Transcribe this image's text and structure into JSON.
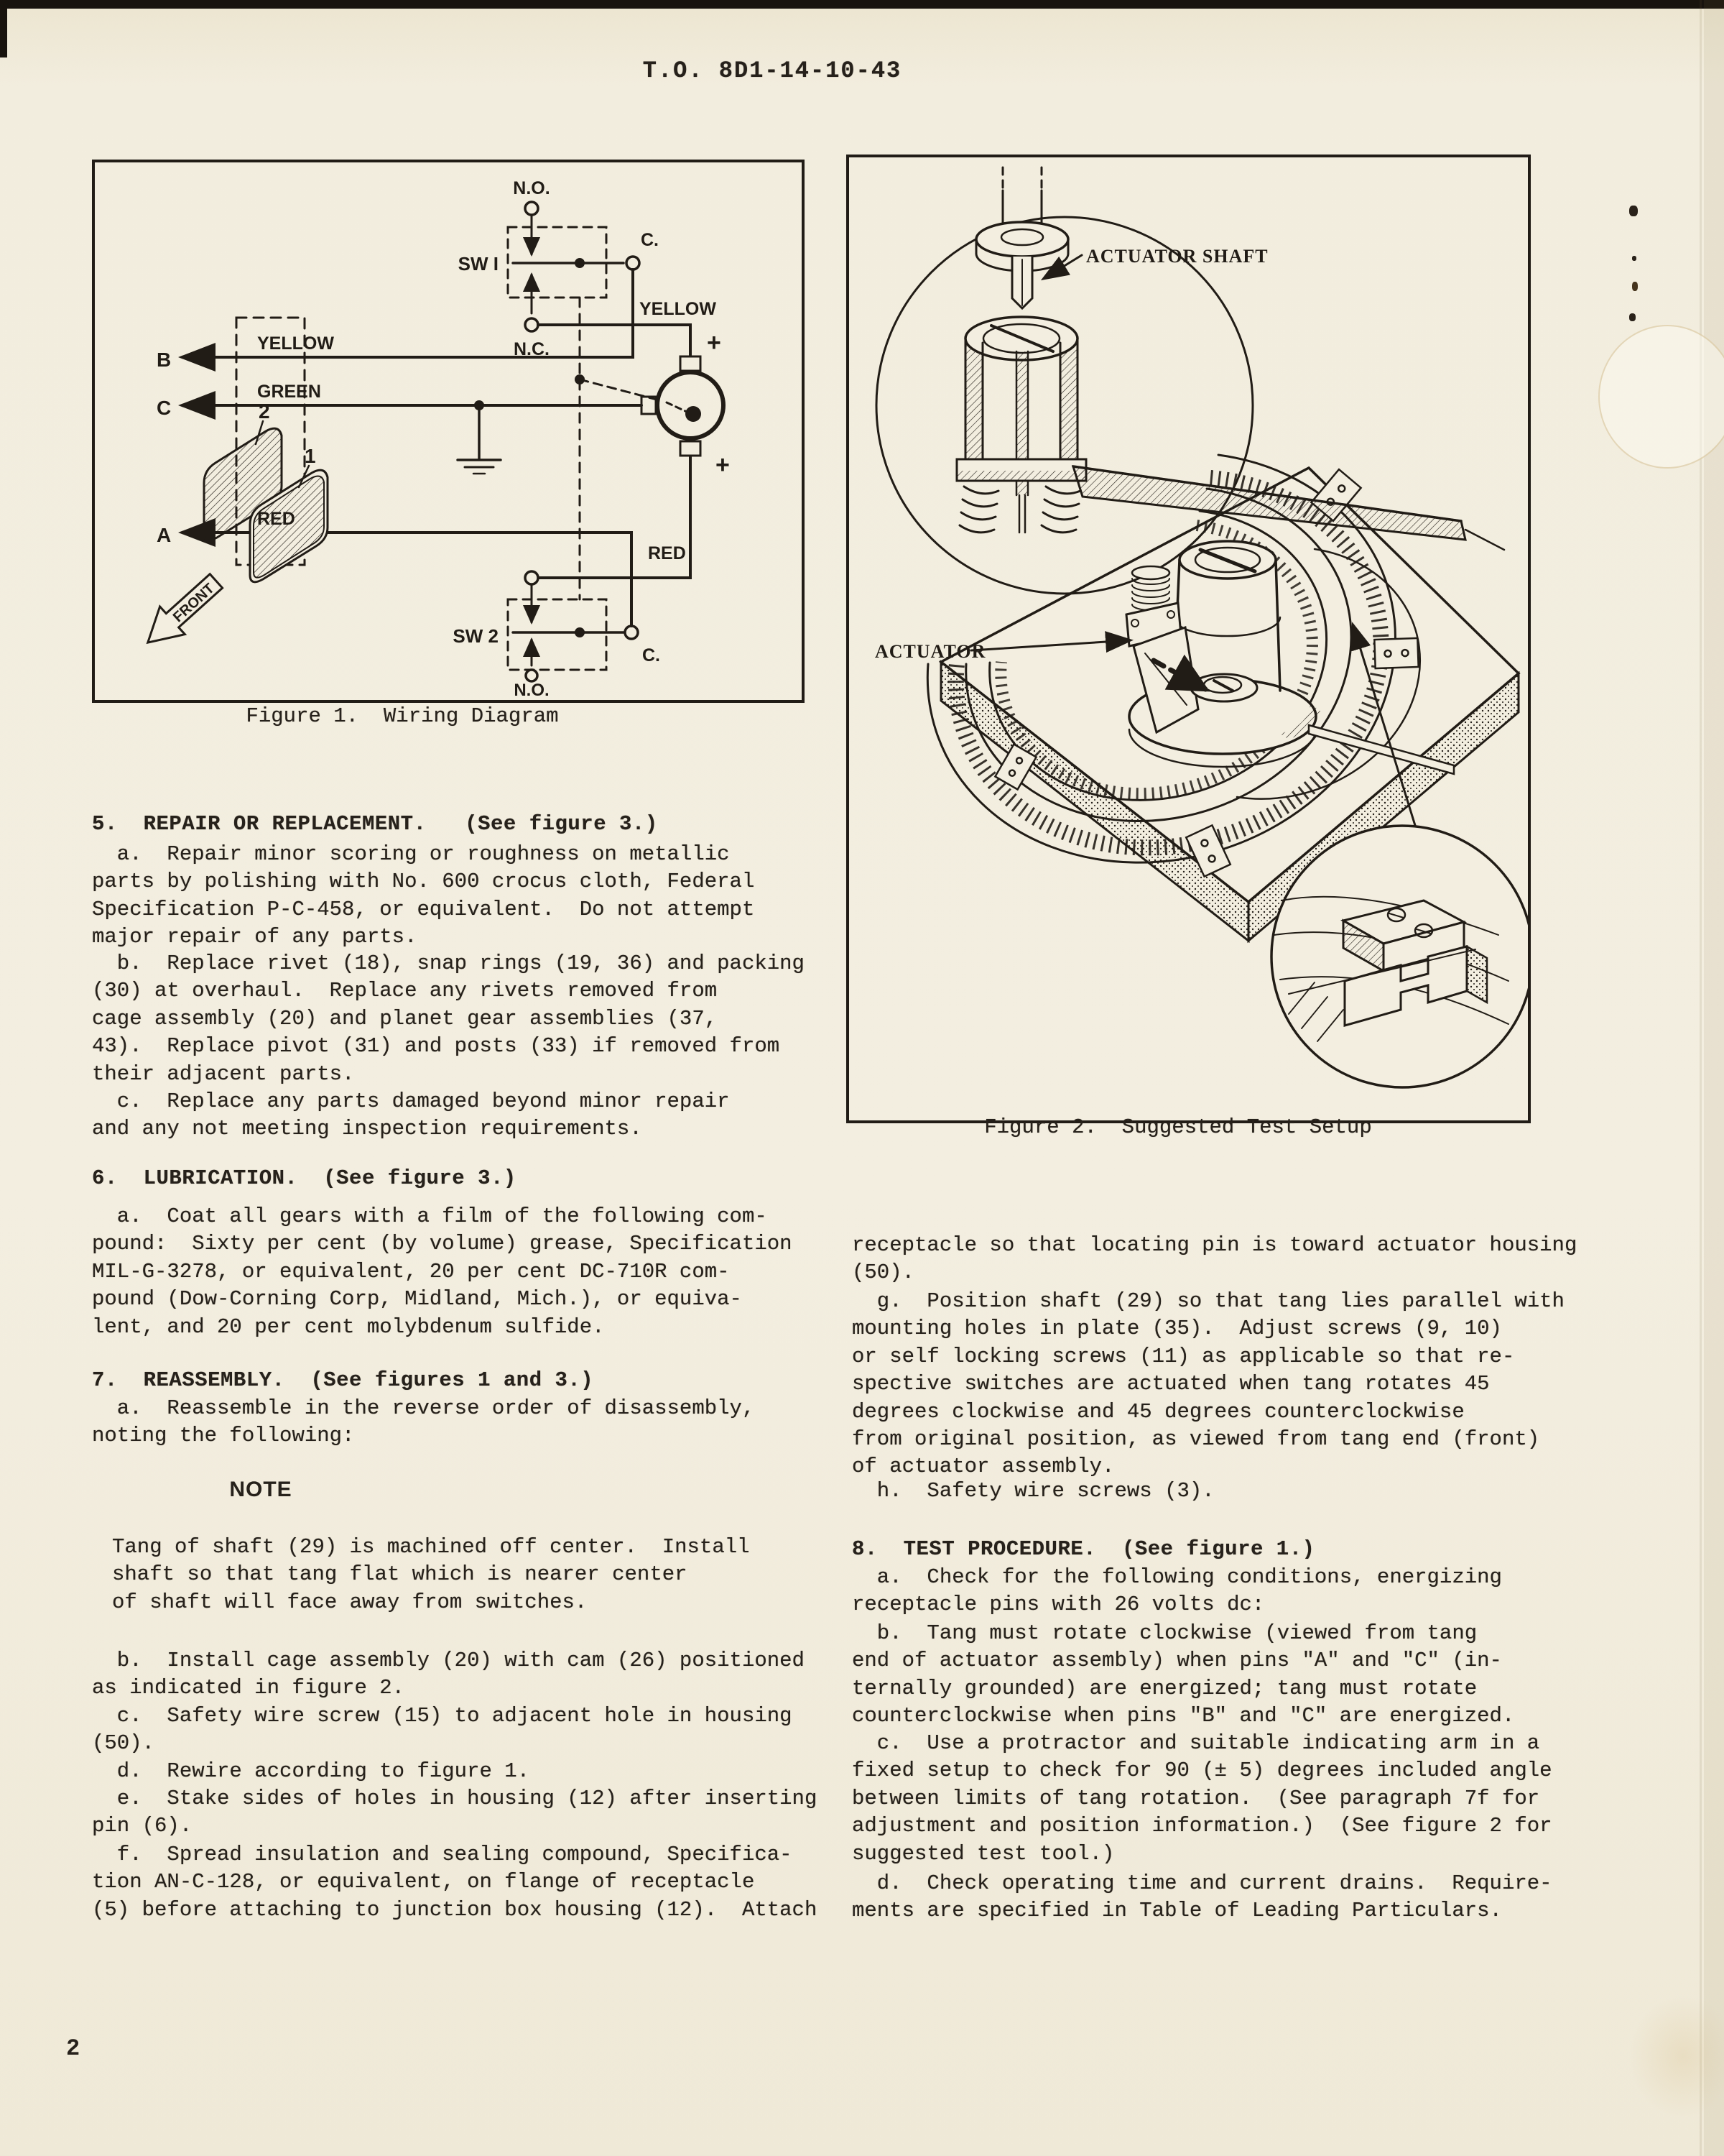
{
  "header": {
    "title": "T.O. 8D1-14-10-43"
  },
  "page_number": "2",
  "figure1": {
    "caption": "Figure 1.  Wiring Diagram",
    "labels": {
      "sw1": "SW I",
      "sw2": "SW 2",
      "no": "N.O.",
      "nc": "N.C.",
      "c_contact": "C.",
      "yellow": "YELLOW",
      "green": "GREEN",
      "red": "RED",
      "pin_b": "B",
      "pin_c": "C",
      "pin_a": "A",
      "plus": "+",
      "plate2": "2",
      "plate1": "1",
      "front": "FRONT"
    }
  },
  "figure2": {
    "caption": "Figure 2.  Suggested Test Setup",
    "labels": {
      "actuator_shaft": "ACTUATOR SHAFT",
      "actuator": "ACTUATOR"
    }
  },
  "left_column": {
    "heading_5": [
      "5.  REPAIR OR REPLACEMENT.   (See figure 3.)"
    ],
    "para_5a": [
      "  a.  Repair minor scoring or roughness on metallic",
      "parts by polishing with No. 600 crocus cloth, Federal",
      "Specification P-C-458, or equivalent.  Do not attempt",
      "major repair of any parts."
    ],
    "para_5b": [
      "  b.  Replace rivet (18), snap rings (19, 36) and packing",
      "(30) at overhaul.  Replace any rivets removed from",
      "cage assembly (20) and planet gear assemblies (37,",
      "43).  Replace pivot (31) and posts (33) if removed from",
      "their adjacent parts."
    ],
    "para_5c": [
      "  c.  Replace any parts damaged beyond minor repair",
      "and any not meeting inspection requirements."
    ],
    "heading_6": [
      "6.  LUBRICATION.  (See figure 3.)"
    ],
    "para_6a": [
      "  a.  Coat all gears with a film of the following com-",
      "pound:  Sixty per cent (by volume) grease, Specification",
      "MIL-G-3278, or equivalent, 20 per cent DC-710R com-",
      "pound (Dow-Corning Corp, Midland, Mich.), or equiva-",
      "lent, and 20 per cent molybdenum sulfide."
    ],
    "heading_7": [
      "7.  REASSEMBLY.  (See figures 1 and 3.)"
    ],
    "para_7a": [
      "  a.  Reassemble in the reverse order of disassembly,",
      "noting the following:"
    ],
    "note_title": "NOTE",
    "note_body": [
      "Tang of shaft (29) is machined off center.  Install",
      "shaft so that tang flat which is nearer center",
      "of shaft will face away from switches."
    ],
    "para_7b": [
      "  b.  Install cage assembly (20) with cam (26) positioned",
      "as indicated in figure 2."
    ],
    "para_7c": [
      "  c.  Safety wire screw (15) to adjacent hole in housing",
      "(50)."
    ],
    "para_7d": [
      "  d.  Rewire according to figure 1."
    ],
    "para_7e": [
      "  e.  Stake sides of holes in housing (12) after inserting",
      "pin (6)."
    ],
    "para_7f": [
      "  f.  Spread insulation and sealing compound, Specifica-",
      "tion AN-C-128, or equivalent, on flange of receptacle",
      "(5) before attaching to junction box housing (12).  Attach"
    ]
  },
  "right_column": {
    "para_7f_cont": [
      "receptacle so that locating pin is toward actuator housing",
      "(50)."
    ],
    "para_7g": [
      "  g.  Position shaft (29) so that tang lies parallel with",
      "mounting holes in plate (35).  Adjust screws (9, 10)",
      "or self locking screws (11) as applicable so that re-",
      "spective switches are actuated when tang rotates 45",
      "degrees clockwise and 45 degrees counterclockwise",
      "from original position, as viewed from tang end (front)",
      "of actuator assembly."
    ],
    "para_7h": [
      "  h.  Safety wire screws (3)."
    ],
    "heading_8": [
      "8.  TEST PROCEDURE.  (See figure 1.)"
    ],
    "para_8a": [
      "  a.  Check for the following conditions, energizing",
      "receptacle pins with 26 volts dc:"
    ],
    "para_8b": [
      "  b.  Tang must rotate clockwise (viewed from tang",
      "end of actuator assembly) when pins \"A\" and \"C\" (in-",
      "ternally grounded) are energized; tang must rotate",
      "counterclockwise when pins \"B\" and \"C\" are energized."
    ],
    "para_8c": [
      "  c.  Use a protractor and suitable indicating arm in a",
      "fixed setup to check for 90 (± 5) degrees included angle",
      "between limits of tang rotation.  (See paragraph 7f for",
      "adjustment and position information.)  (See figure 2 for",
      "suggested test tool.)"
    ],
    "para_8d": [
      "  d.  Check operating time and current drains.  Require-",
      "ments are specified in Table of Leading Particulars."
    ]
  }
}
